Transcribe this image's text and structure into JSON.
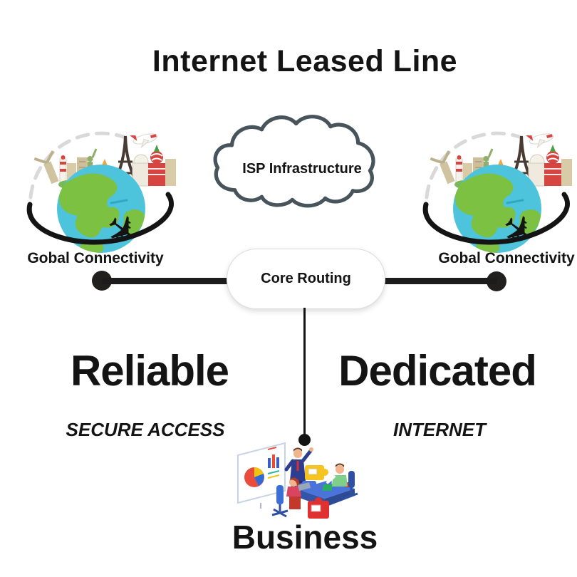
{
  "title": "Internet Leased Line",
  "cloud": {
    "label": "ISP Infrastructure"
  },
  "core": {
    "label": "Core Routing"
  },
  "globes": {
    "left": {
      "label": "Gobal Connectivity"
    },
    "right": {
      "label": "Gobal Connectivity"
    }
  },
  "features": {
    "left": {
      "heading": "Reliable",
      "subheading": "SECURE ACCESS"
    },
    "right": {
      "heading": "Dedicated",
      "subheading": "INTERNET"
    }
  },
  "business": {
    "label": "Business"
  },
  "icons": {
    "cloud": "isp-cloud",
    "globe": "travel-globe-with-landmarks-and-plane",
    "business": "business-meeting-illustration"
  },
  "colors": {
    "text": "#141414",
    "cloud_stroke": "#47545c",
    "connector": "#1c1c1c",
    "globe_ocean": "#4ec3dc",
    "globe_land": "#7cc142",
    "landmark_orange": "#f2a33c",
    "landmark_red": "#d64541",
    "landmark_beige": "#d9cba8",
    "pie_red": "#e84c3d",
    "pie_yellow": "#f1c40f",
    "pie_blue": "#2e6bd6",
    "table_blue": "#4a74d9",
    "puzzle_yellow": "#f5c41e",
    "puzzle_red": "#e03131",
    "puzzle_green": "#27ae60",
    "suit_navy": "#2d3e8f"
  }
}
